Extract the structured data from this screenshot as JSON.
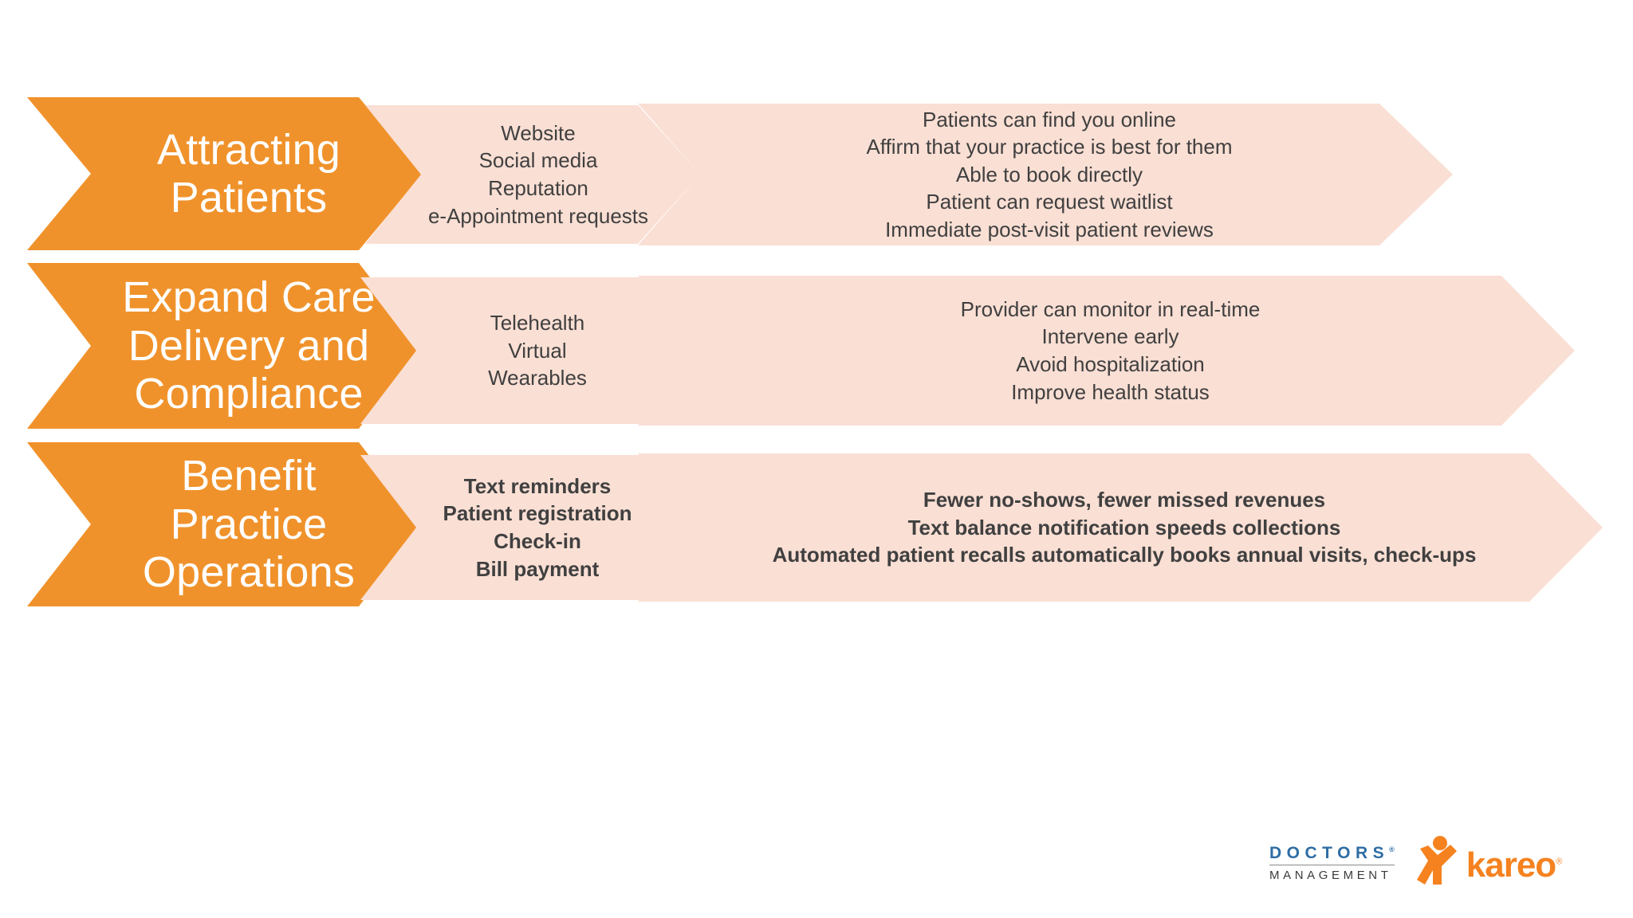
{
  "slide": {
    "background_color": "#FFFFFF",
    "accent_orange": "#F0922B",
    "pale_peach": "#FADFD4",
    "body_text_color": "#404040"
  },
  "rows": [
    {
      "stage_label": "Attracting\nPatients",
      "capabilities": [
        "Website",
        "Social media",
        "Reputation",
        "e-Appointment requests"
      ],
      "outcomes": [
        "Patients can find you online",
        "Affirm that your practice is best for them",
        "Able to book directly",
        "Patient can request waitlist",
        "Immediate post-visit patient reviews"
      ]
    },
    {
      "stage_label": "Expand Care\nDelivery and\nCompliance",
      "capabilities": [
        "Telehealth",
        "Virtual",
        "Wearables"
      ],
      "outcomes": [
        "Provider can monitor in real-time",
        "Intervene early",
        "Avoid hospitalization",
        "Improve health status"
      ]
    },
    {
      "stage_label": "Benefit\nPractice\nOperations",
      "capabilities": [
        "Text reminders",
        "Patient registration",
        "Check-in",
        "Bill payment"
      ],
      "outcomes": [
        "Fewer no-shows, fewer missed revenues",
        "Text balance notification speeds collections",
        "Automated patient recalls automatically books annual visits, check-ups"
      ]
    }
  ],
  "footer": {
    "doctors_logo": {
      "top_word": "DOCTORS",
      "registered_mark": "®",
      "bottom_word": "MANAGEMENT",
      "top_color": "#2E6DA4",
      "bottom_color": "#3B3B3B"
    },
    "kareo_logo": {
      "wordmark": "kareo",
      "trademark": "®",
      "color": "#F5821F",
      "icon": "kareo-person-k-icon"
    }
  }
}
